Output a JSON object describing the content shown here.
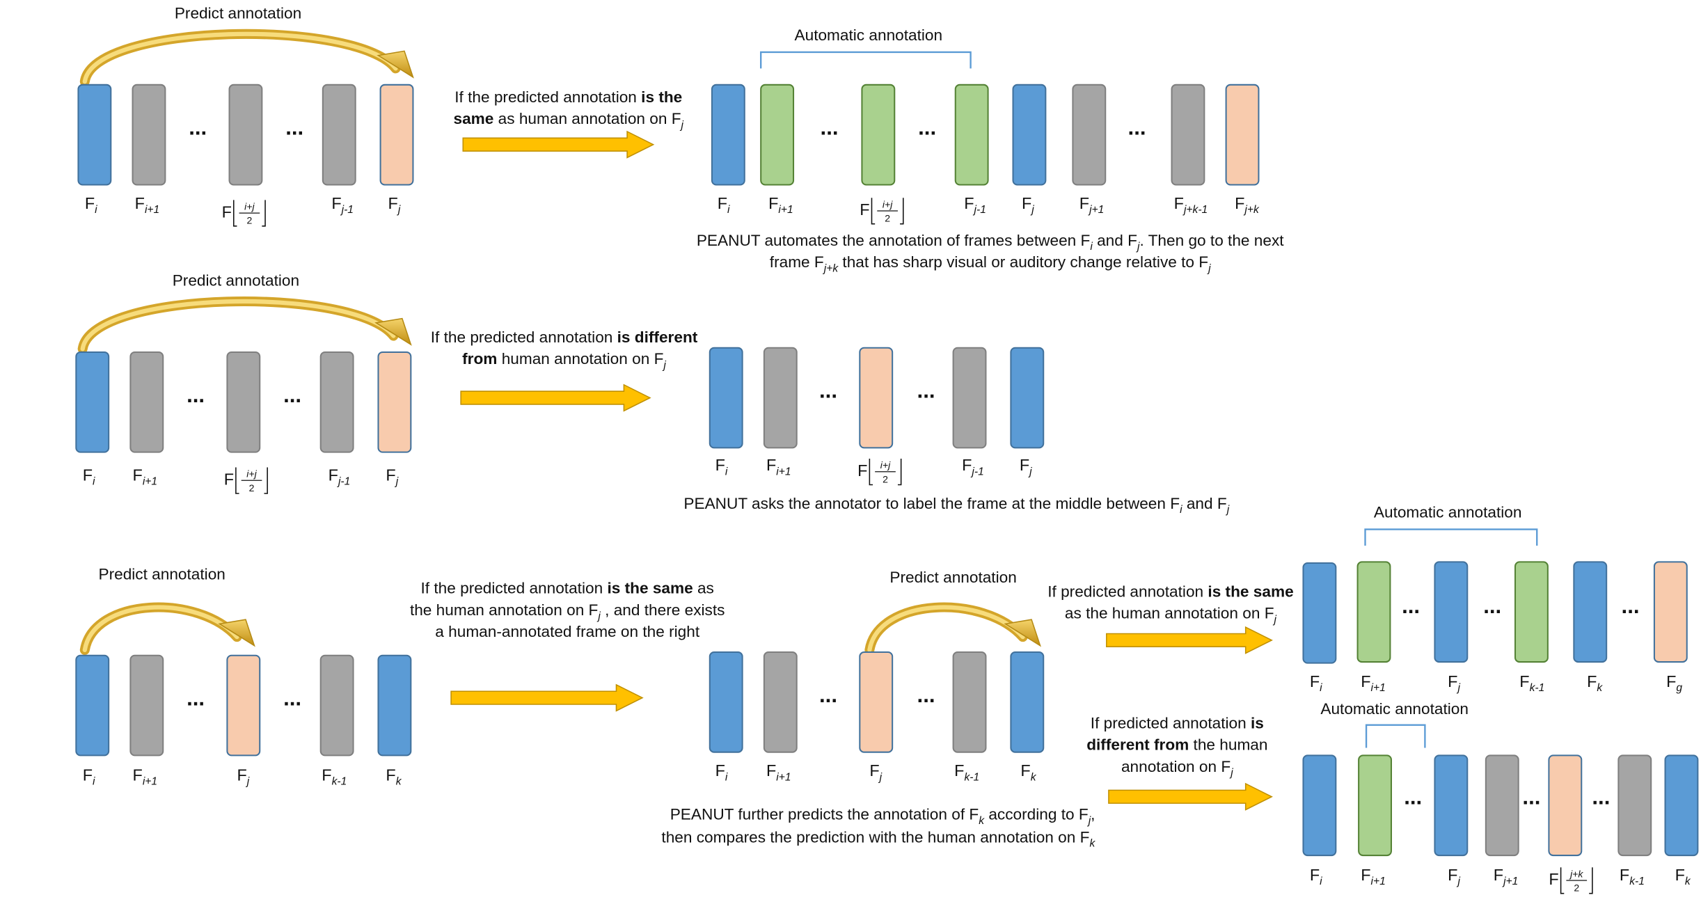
{
  "labels": {
    "predict": "Predict annotation",
    "auto": "Automatic annotation",
    "ellipsis": "...",
    "frame": "F",
    "frac_ij": "i+j",
    "frac_jk": "j+k",
    "frac_den": "2"
  },
  "subscripts": {
    "i": "i",
    "i1": "i+1",
    "j": "j",
    "j1m": "j-1",
    "j1": "j+1",
    "jk1": "j+k-1",
    "jk": "j+k",
    "k": "k",
    "k1": "k-1",
    "g": "g"
  },
  "captions": {
    "r1_cond": {
      "a": "If the predicted annotation ",
      "b": "is the",
      "c": "same",
      "d": " as human annotation on F"
    },
    "r1_desc": {
      "a": "PEANUT automates the annotation of frames between F",
      "b": " and F",
      "c": ". Then go to the next",
      "d": "frame F",
      "e": " that has sharp visual or auditory change relative to F"
    },
    "r2_cond": {
      "a": "If the predicted annotation ",
      "b": "is different",
      "c": "from",
      "d": " human annotation on F"
    },
    "r2_desc": {
      "a": "PEANUT asks the annotator to label the frame at the middle between F",
      "b": " and F"
    },
    "r3_cond": {
      "a": "If the predicted annotation ",
      "b": "is the same",
      "c": " as",
      "d": "the human annotation on F",
      "e": " , and there exists",
      "f": "a human-annotated frame on the right"
    },
    "r3_desc": {
      "a": "PEANUT further predicts the annotation of F",
      "b": " according to F",
      "c": ",",
      "d": "then compares the prediction with the human annotation on F"
    },
    "r3_same": {
      "a": "If predicted annotation ",
      "b": "is the same",
      "c": "as the human annotation on F"
    },
    "r3_diff": {
      "a": "If predicted annotation ",
      "b": "is",
      "c": "different from",
      "d": " the human",
      "e": "annotation on F"
    }
  },
  "colors": {
    "blue": "#5b9bd5",
    "gray": "#a5a5a5",
    "peach": "#f8cbad",
    "green": "#a9d18e",
    "arrow": "#ffc000",
    "arc": "#d4a52a",
    "bracket": "#5b9bd5"
  }
}
